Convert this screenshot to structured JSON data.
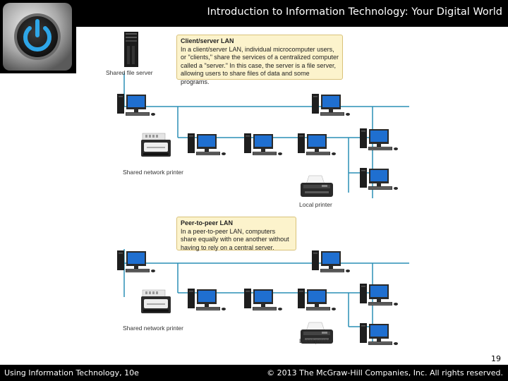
{
  "header": {
    "title": "Introduction to Information Technology: Your Digital World"
  },
  "footer": {
    "left": "Using Information Technology, 10e",
    "right": "© 2013 The McGraw-Hill Companies, Inc. All rights reserved."
  },
  "page_number": "19",
  "figure": {
    "client_server": {
      "callout_title": "Client/server LAN",
      "callout_body": "In a client/server LAN, individual microcomputer users, or \"clients,\" share the services of a centralized computer called a \"server.\" In this case, the server is a file server, allowing users to share files of data and some programs.",
      "server_label": "Shared file server",
      "shared_printer_label": "Shared network printer",
      "local_printer_label": "Local printer"
    },
    "peer_to_peer": {
      "callout_title": "Peer-to-peer LAN",
      "callout_body": "In a peer-to-peer LAN, computers share equally with one another without having to rely on a central server.",
      "shared_printer_label": "Shared network printer",
      "local_printer_label": "Local printer"
    },
    "colors": {
      "network_line": "#2a8fb5",
      "callout_bg": "#fcf3cc",
      "monitor_screen": "#1f6fd0"
    }
  }
}
